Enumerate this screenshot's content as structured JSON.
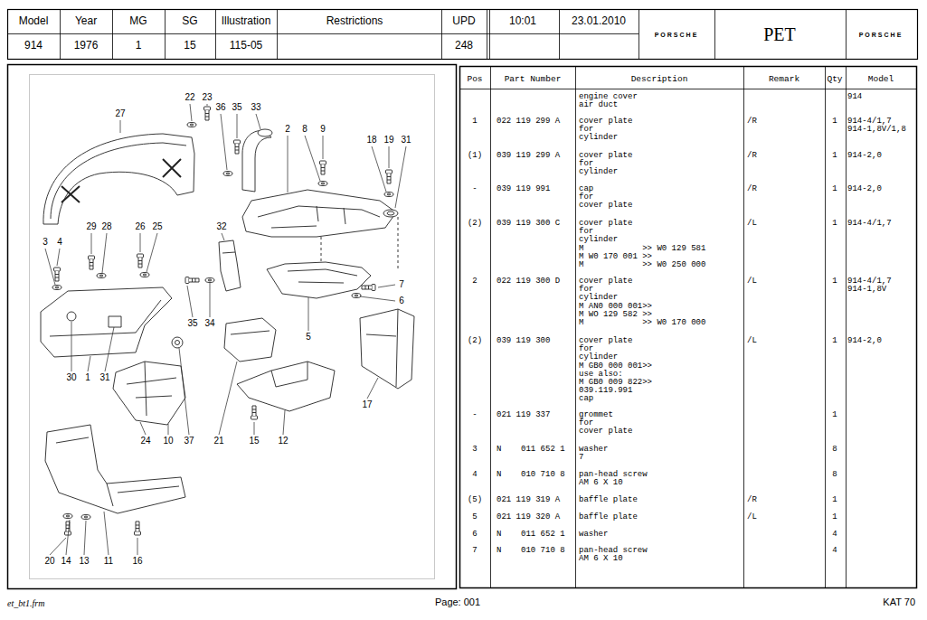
{
  "diagram": {
    "labels": [
      "Model",
      "914",
      "Year",
      "1976",
      "MG",
      "1",
      "SG",
      "15",
      "Illustration",
      "115-05",
      "Restrictions",
      "UPD",
      "248",
      "10:01",
      "23.01.2010",
      "PORSCHE",
      "PET",
      "PORSCHE",
      "22",
      "23",
      "36",
      "35",
      "33",
      "27",
      "2",
      "8",
      "9",
      "18",
      "19",
      "31",
      "3",
      "4",
      "29",
      "28",
      "26",
      "25",
      "32",
      "7",
      "6",
      "35",
      "34",
      "5",
      "30",
      "1",
      "31",
      "37",
      "21",
      "24",
      "10",
      "15",
      "12",
      "17",
      "20",
      "14",
      "13",
      "11",
      "16",
      "Pos",
      "Part Number",
      "Description",
      "Remark",
      "Qty",
      "Model",
      "engine cover",
      "air duct",
      "914",
      "1",
      "022 119 299 A",
      "cover plate",
      "for",
      "cylinder",
      "/R",
      "1",
      "914-4/1,7",
      "914-1,8V/1,8",
      "(1)",
      "039 119 299 A",
      "cover plate",
      "for",
      "cylinder",
      "/R",
      "1",
      "914-2,0",
      "-",
      "039 119 991",
      "cap",
      "for",
      "cover plate",
      "/R",
      "1",
      "914-2,0",
      "(2)",
      "039 119 300 C",
      "cover plate",
      "for",
      "cylinder",
      "M            >> W0 129 581",
      "M W0 170 001 >>",
      "M            >> W0 250 000",
      "/L",
      "1",
      "914-4/1,7",
      "2",
      "022 119 300 D",
      "cover plate",
      "for",
      "cylinder",
      "M AN0 000 001>>",
      "M WO 129 582 >>",
      "M            >> W0 170 000",
      "/L",
      "1",
      "914-4/1,7",
      "914-1,8V",
      "(2)",
      "039 119 300",
      "cover plate",
      "for",
      "cylinder",
      "M GB0 000 001>>",
      "use also:",
      "M GB0 009 822>>",
      "039.119.991",
      "cap",
      "/L",
      "1",
      "914-2,0",
      "-",
      "021 119 337",
      "grommet",
      "for",
      "cover plate",
      "1",
      "3",
      "N    011 652 1",
      "washer",
      "7",
      "8",
      "4",
      "N    010 710 8",
      "pan-head screw",
      "AM 6 X 10",
      "8",
      "(5)",
      "021 119 319 A",
      "baffle plate",
      "/R",
      "1",
      "5",
      "021 119 320 A",
      "baffle plate",
      "/L",
      "1",
      "6",
      "N    011 652 1",
      "washer",
      "4",
      "7",
      "N    010 710 8",
      "pan-head screw",
      "AM 6 X 10",
      "4",
      "et_bt1.frm",
      "Page: 001",
      "KAT 70"
    ]
  }
}
